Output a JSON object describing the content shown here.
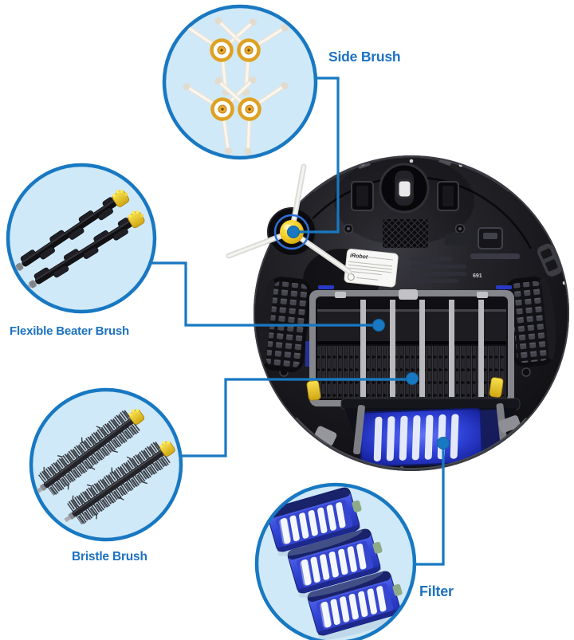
{
  "colors": {
    "accent": "#1878c2",
    "circle_fill": "#cfe9f8",
    "circle_stroke": "#1878c2",
    "label": "#1c72c2",
    "brush_yellow": "#f2d23a",
    "filter_blue": "#2e41d6",
    "robot_body": "#1a1a1f"
  },
  "callouts": {
    "side_brush": {
      "label": "Side Brush"
    },
    "flexible_beater_brush": {
      "label": "Flexible Beater Brush"
    },
    "bristle_brush": {
      "label": "Bristle Brush"
    },
    "filter": {
      "label": "Filter"
    }
  },
  "robot": {
    "brand_marking": "iRobot",
    "model_marking": "691"
  },
  "illustrations": {
    "side_brush_circle": {
      "item": "3-arm side brush",
      "count": 4
    },
    "beater_circle": {
      "item": "flexible rubber beater brush",
      "count": 2
    },
    "bristle_circle": {
      "item": "bristle brush",
      "count": 2
    },
    "filter_circle": {
      "item": "blue filter",
      "count": 3
    },
    "main_photo": "roomba underside view"
  }
}
